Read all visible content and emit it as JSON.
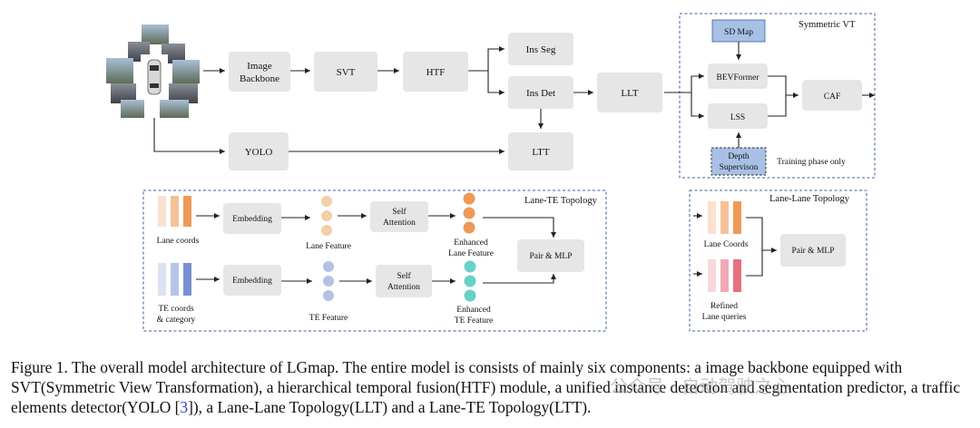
{
  "diagram": {
    "nodes": {
      "image_backbone": [
        "Image",
        "Backbone"
      ],
      "svt": "SVT",
      "htf": "HTF",
      "ins_seg": "Ins Seg",
      "ins_det": "Ins Det",
      "llt": "LLT",
      "yolo": "YOLO",
      "ltt": "LTT",
      "sd_map": "SD Map",
      "bevformer": "BEVFormer",
      "lss": "LSS",
      "caf": "CAF",
      "depth_supervision": [
        "Depth",
        "Supervison"
      ],
      "embedding": "Embedding",
      "self_attention": [
        "Self",
        "Attention"
      ],
      "pair_mlp": "Pair & MLP"
    },
    "panels": {
      "symmetric_vt": {
        "title": "Symmetric VT",
        "note": "Training phase only"
      },
      "lane_te": {
        "title": "Lane-TE Topology",
        "labels": {
          "lane_coords": "Lane coords",
          "lane_feature": "Lane Feature",
          "enhanced_lane": [
            "Enhanced",
            "Lane Feature"
          ],
          "te_coords": [
            "TE coords",
            "& category"
          ],
          "te_feature": "TE Feature",
          "enhanced_te": [
            "Enhanced",
            "TE Feature"
          ]
        }
      },
      "lane_lane": {
        "title": "Lane-Lane Topology",
        "labels": {
          "lane_coords": "Lane Coords",
          "refined": [
            "Refined",
            "Lane queries"
          ]
        }
      }
    }
  },
  "caption": {
    "p1": "Figure 1. The overall model architecture of LGmap. The entire model is consists of mainly six components: a image backbone equipped with SVT(Symmetric View Transformation), a hierarchical temporal fusion(HTF) module, a unified instance detection and segmentation predictor, a traffic elements detector(YOLO [",
    "ref": "3",
    "p2": "]), a Lane-Lane Topology(LLT) and a Lane-TE Topology(LTT)."
  },
  "watermark": "公众号 · 自动驾驶之心",
  "colors": {
    "node_fill": "#e6e6e6",
    "panel_border": "#3a5f9e",
    "sd_map_fill": "#a9c0e6",
    "lane_orange": [
      "#fbe1cf",
      "#f6c197",
      "#ee9a56"
    ],
    "te_blue": [
      "#dbe3f3",
      "#b4c5e8",
      "#7890d0"
    ],
    "lane_feature_dots": "#f3cfa7",
    "enhanced_lane_dots": "#ee9a56",
    "te_feature_dots": "#b4c1e5",
    "enhanced_te_dots": "#69d1c6",
    "refined_pink": [
      "#f7d8dd",
      "#f0a9b4",
      "#e6707f"
    ]
  }
}
